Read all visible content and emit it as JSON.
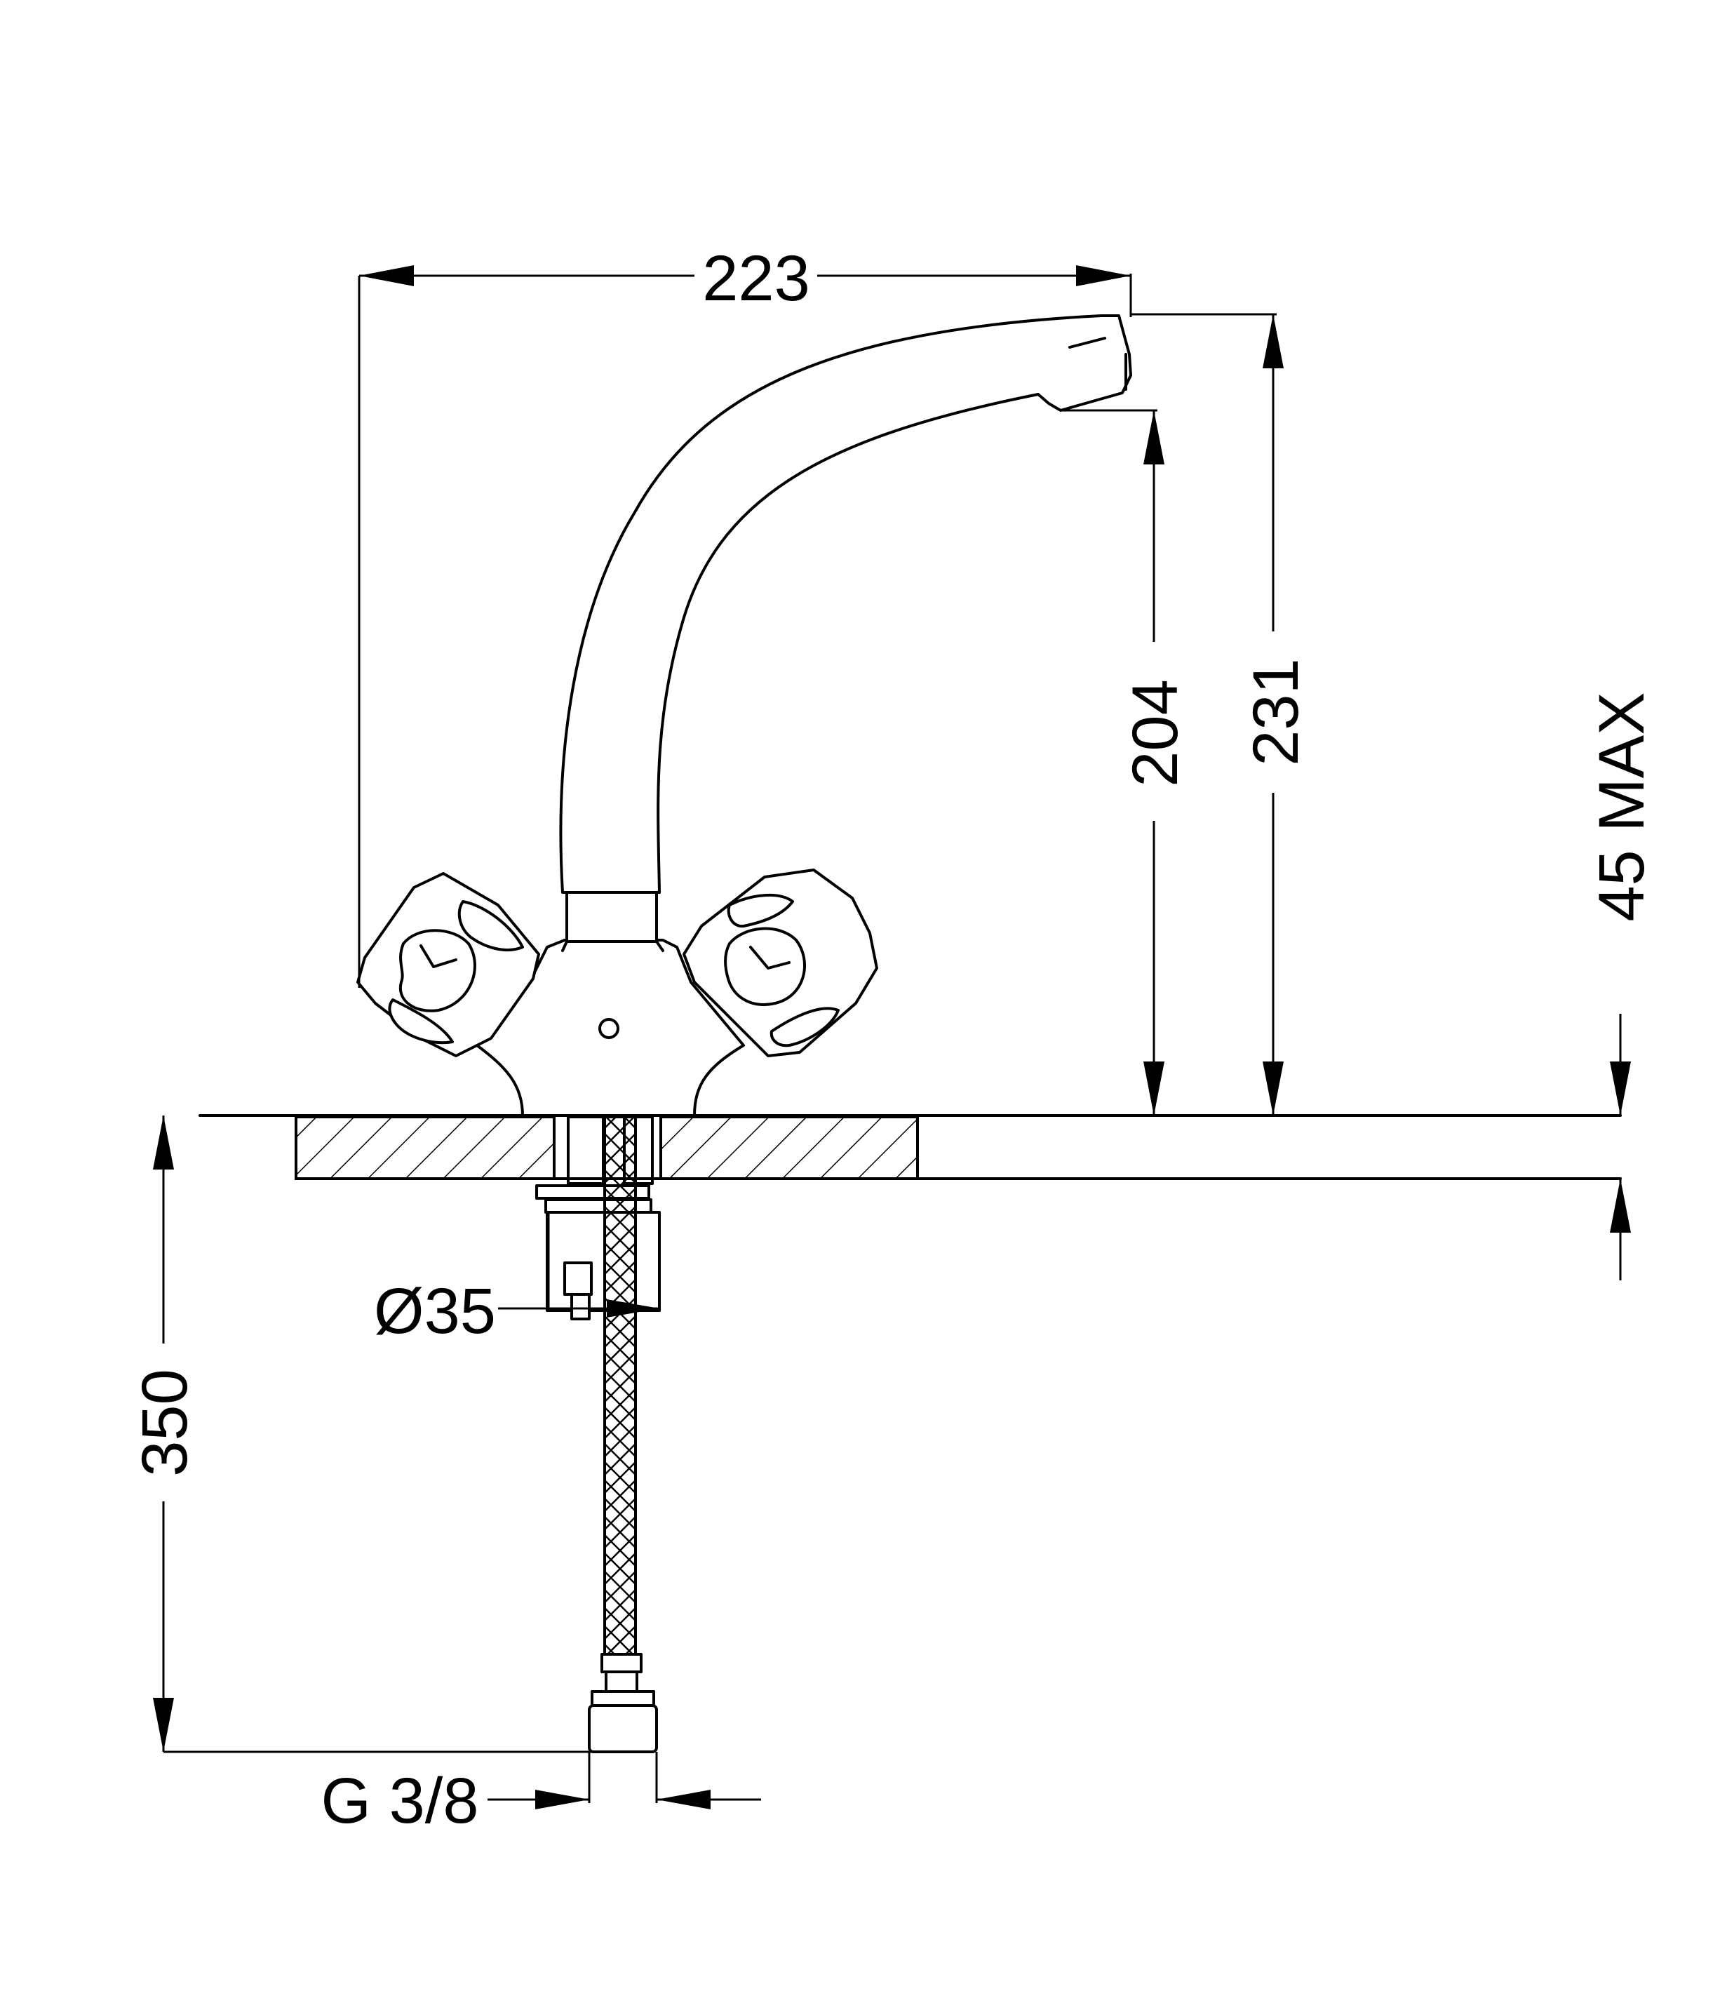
{
  "colors": {
    "line": "#000000",
    "background": "#ffffff"
  },
  "dimensions": {
    "spout_reach": "223",
    "spout_outlet_height": "204",
    "total_height": "231",
    "max_deck_thickness": "45 MAX",
    "hose_length": "350",
    "hole_diameter": "Ø35",
    "connection_thread": "G 3/8"
  }
}
